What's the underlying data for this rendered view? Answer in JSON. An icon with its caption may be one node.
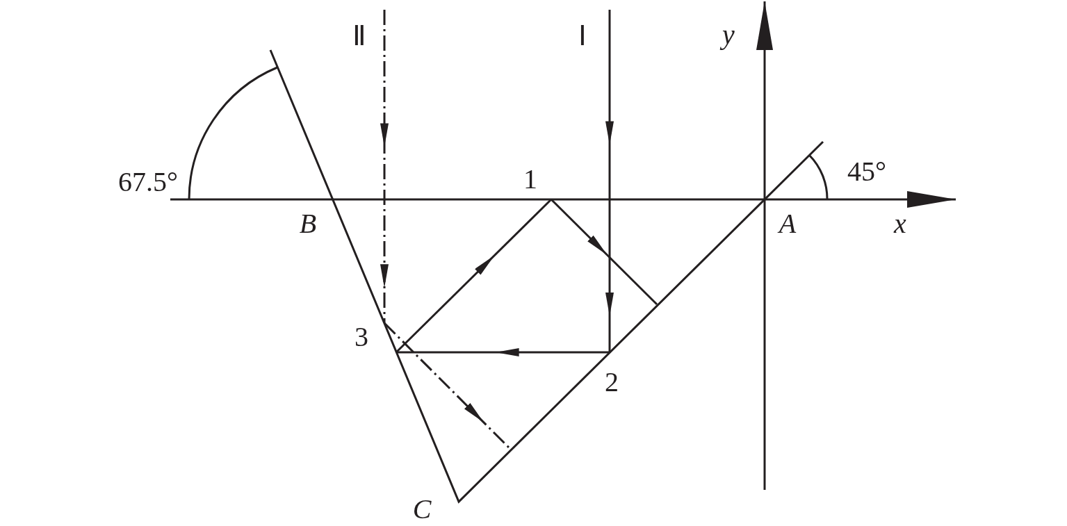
{
  "diagram": {
    "labels": [
      "Ⅱ",
      "Ⅰ",
      "y",
      "67.5°",
      "45°",
      "1",
      "B",
      "A",
      "x",
      "3",
      "2",
      "C"
    ]
  }
}
